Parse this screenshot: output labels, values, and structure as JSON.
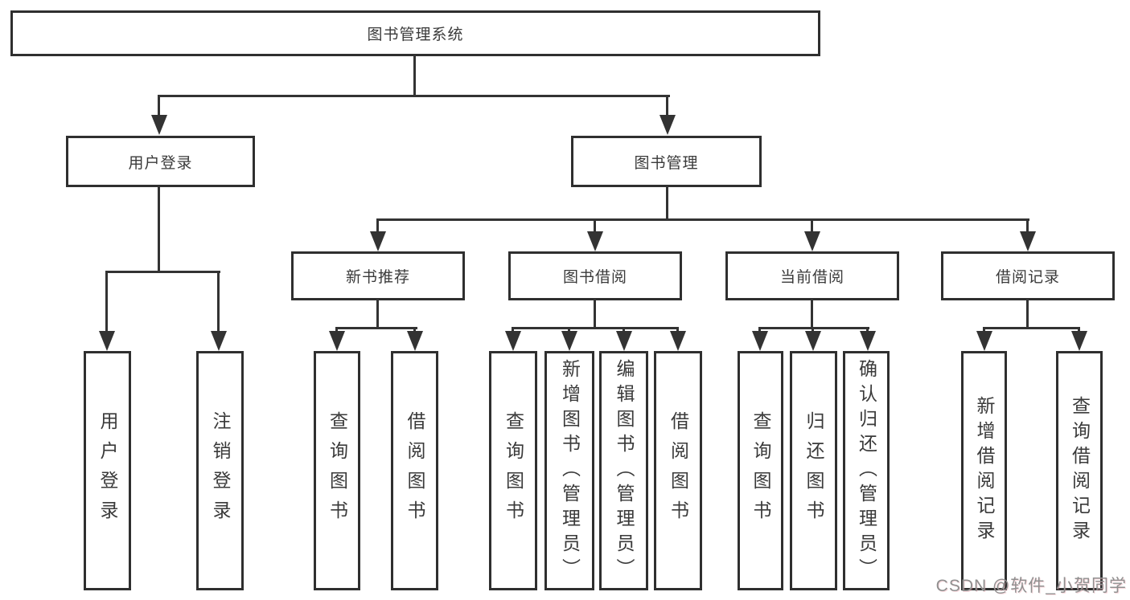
{
  "diagram_title": "图书管理系统",
  "nodes": {
    "root": "图书管理系统",
    "userLogin": "用户登录",
    "bookManagement": "图书管理",
    "newBookRecommendation": "新书推荐",
    "bookBorrowing": "图书借阅",
    "currentBorrowing": "当前借阅",
    "borrowingRecords": "借阅记录",
    "leafUserLogin": "用户登录",
    "leafLogout": "注销登录",
    "leafQueryBooks1": "查询图书",
    "leafBorrowBooks1": "借阅图书",
    "leafQueryBooks2": "查询图书",
    "leafAddBookAdmin": "新增图书（管理员）",
    "leafEditBookAdmin": "编辑图书（管理员）",
    "leafBorrowBooks2": "借阅图书",
    "leafQueryBooks3": "查询图书",
    "leafReturnBooks": "归还图书",
    "leafConfirmReturnAdmin": "确认归还（管理员）",
    "leafAddBorrowRecord": "新增借阅记录",
    "leafQueryBorrowRecord": "查询借阅记录"
  },
  "colors": {
    "line": "#333333",
    "border": "#2f2f2f",
    "text": "#3a3a3a",
    "watermark": "#909090"
  },
  "watermark": "CSDN @软件_小贺同学"
}
